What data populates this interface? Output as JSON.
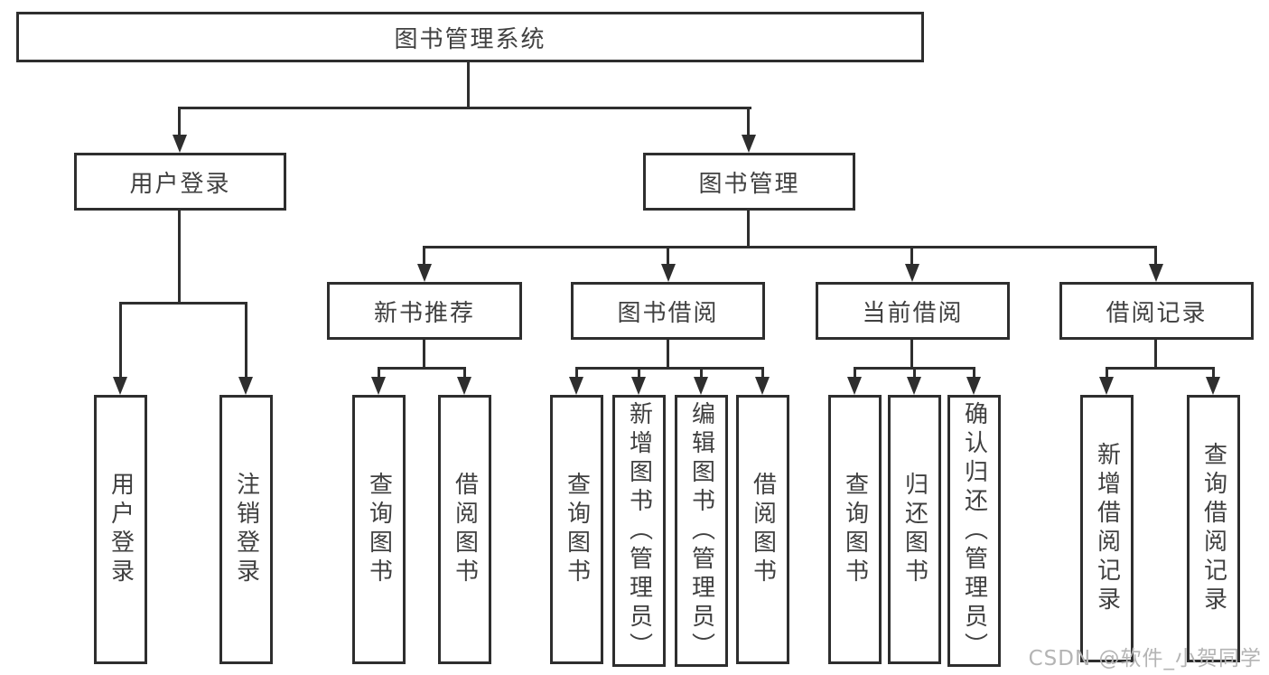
{
  "tree": {
    "root": {
      "label": "图书管理系统"
    },
    "user_login": {
      "label": "用户登录",
      "leaves": [
        {
          "label": "用户登录"
        },
        {
          "label": "注销登录"
        }
      ]
    },
    "book_mgmt": {
      "label": "图书管理",
      "sections": [
        {
          "label": "新书推荐",
          "leaves": [
            {
              "label": "查询图书"
            },
            {
              "label": "借阅图书"
            }
          ]
        },
        {
          "label": "图书借阅",
          "leaves": [
            {
              "label": "查询图书"
            },
            {
              "label": "新增图书（管理员）"
            },
            {
              "label": "编辑图书（管理员）"
            },
            {
              "label": "借阅图书"
            }
          ]
        },
        {
          "label": "当前借阅",
          "leaves": [
            {
              "label": "查询图书"
            },
            {
              "label": "归还图书"
            },
            {
              "label": "确认归还（管理员）"
            }
          ]
        },
        {
          "label": "借阅记录",
          "leaves": [
            {
              "label": "新增借阅记录"
            },
            {
              "label": "查询借阅记录"
            }
          ]
        }
      ]
    }
  },
  "watermark": {
    "text": "CSDN @软件_小贺同学"
  },
  "colors": {
    "line": "#2e2e2e",
    "text": "#404040",
    "watermark": "#b4b4b4",
    "background": "#ffffff"
  }
}
